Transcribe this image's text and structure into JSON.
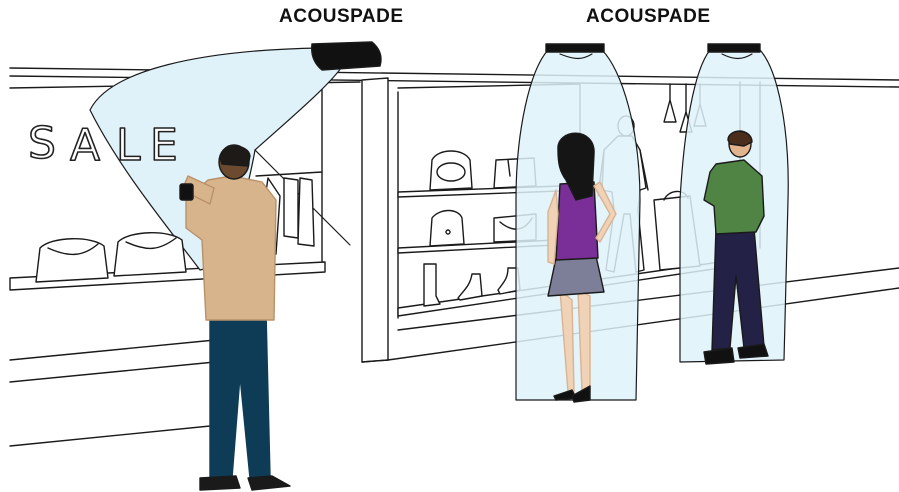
{
  "labels": {
    "speaker_left": "ACOUSPADE",
    "speaker_right": "ACOUSPADE"
  },
  "window_sign": {
    "text": "SALE",
    "letters": [
      "S",
      "A",
      "L",
      "E"
    ]
  },
  "colors": {
    "sound_beam": "#dff2fa",
    "beam_outline": "#1a1a1a",
    "speaker": "#111111",
    "jacket_tan": "#d8b48d",
    "jeans_teal": "#0e3c56",
    "top_purple": "#7a2e97",
    "skirt_gray": "#7c7f97",
    "shirt_green": "#4f8445",
    "pants_navy": "#232246"
  }
}
